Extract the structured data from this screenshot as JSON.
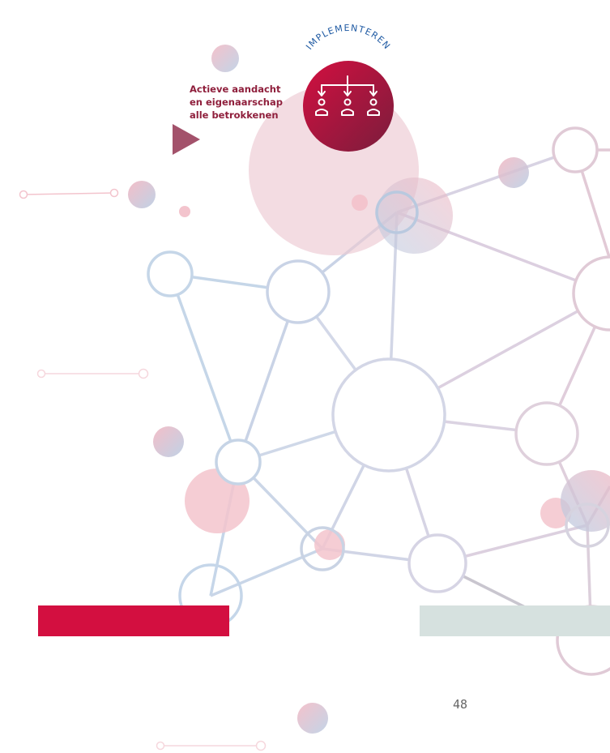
{
  "badge": {
    "arc_label": "IMPLEMENTEREN",
    "icon": "people-hierarchy-icon"
  },
  "callout": {
    "lines": [
      "Actieve aandacht",
      "en eigenaarschap",
      "alle betrokkenen"
    ],
    "pointer_icon": "play-triangle-icon"
  },
  "bars": {
    "left_color": "#d30f40",
    "right_color": "#d6e1df"
  },
  "page_number": "48",
  "colors": {
    "brand_red": "#d30f40",
    "dark_red": "#8f1f3c",
    "blue": "#1f5aa3"
  }
}
